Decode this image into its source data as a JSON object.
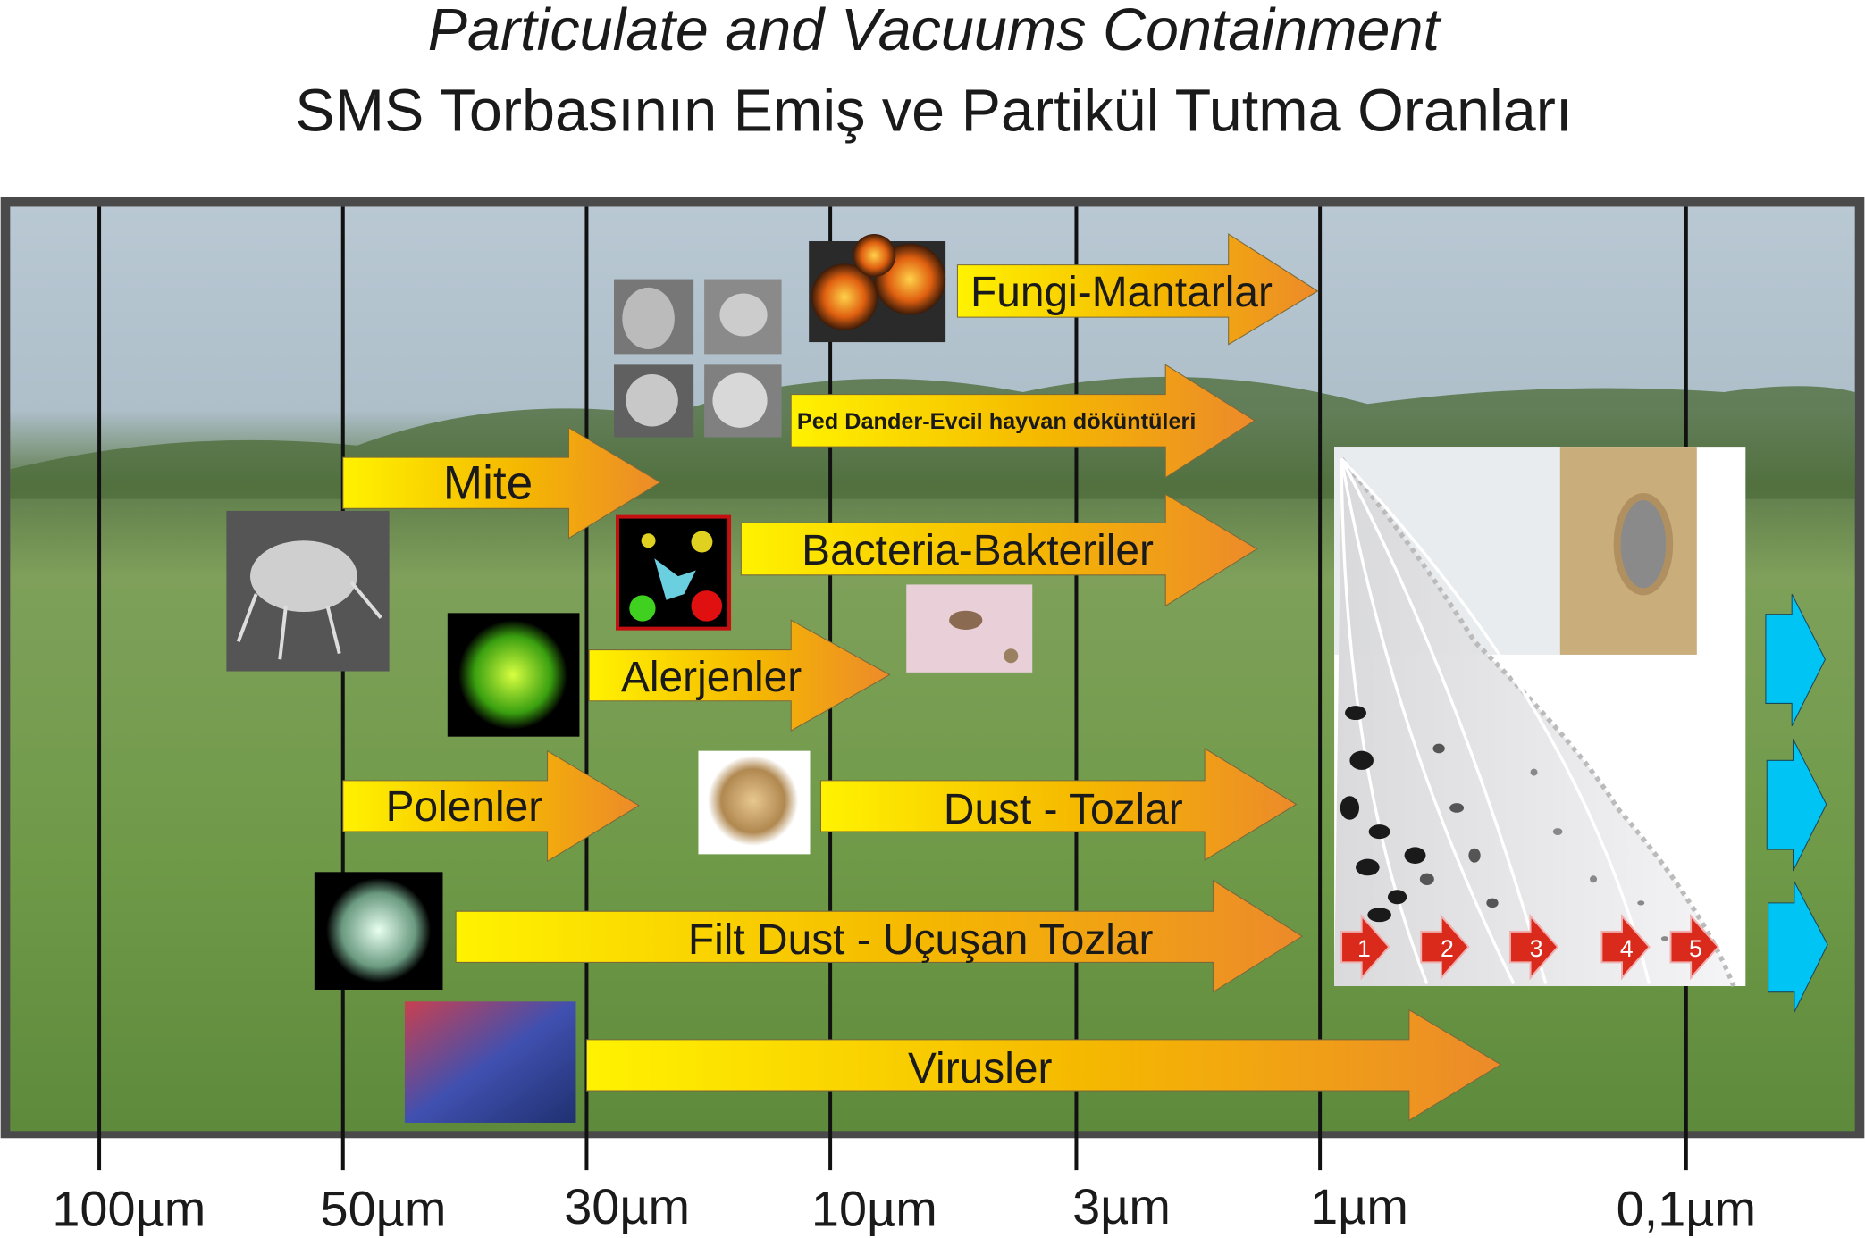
{
  "title": {
    "line1": "Particulate and Vacuums Containment",
    "line2": "SMS Torbasının Emiş ve Partikül Tutma Oranları"
  },
  "axis": {
    "ticks": [
      "100µm",
      "50µm",
      "30µm",
      "10µm",
      "3µm",
      "1µm",
      "0,1µm"
    ]
  },
  "arrows": {
    "fungi": "Fungi-Mantarlar",
    "ped_dander": "Ped Dander-Evcil hayvan döküntüleri",
    "mite": "Mite",
    "bacteria": "Bacteria-Bakteriler",
    "alerjenler": "Alerjenler",
    "polenler": "Polenler",
    "dust": "Dust - Tozlar",
    "filt_dust": "Filt Dust - Uçuşan Tozlar",
    "virusler": "Virusler"
  },
  "bag_layers": [
    "1",
    "2",
    "3",
    "4",
    "5"
  ],
  "colors": {
    "arrow_start": "#fff200",
    "arrow_end": "#ec8a2a",
    "frame": "#4a4a4a",
    "layer_arrow": "#d92a1c",
    "outflow_arrow": "#00c4f4"
  }
}
